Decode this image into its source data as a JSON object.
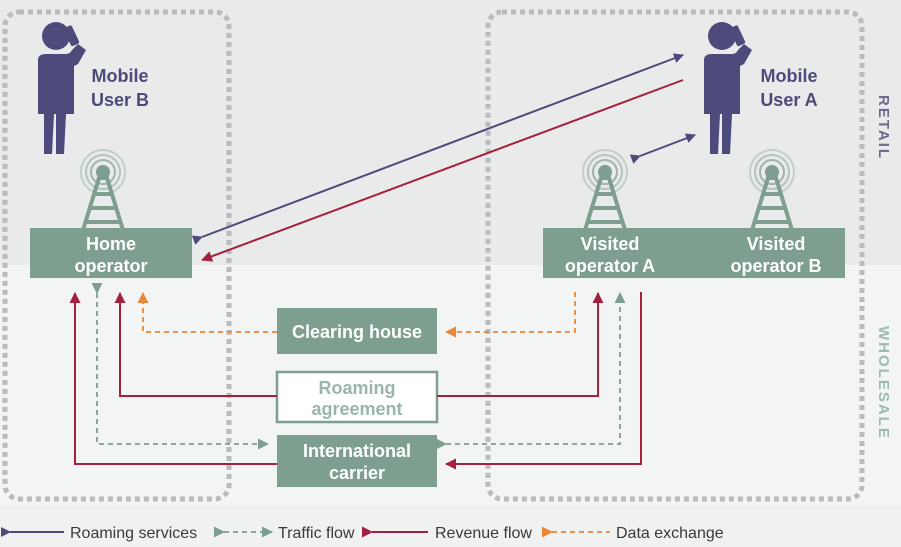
{
  "colors": {
    "retail_bg": "#e9eaea",
    "wholesale_bg": "#f3f4f4",
    "box_fill": "#7e9e8f",
    "person": "#4d4a7c",
    "roaming": "#4d4a7c",
    "traffic": "#7e9e8f",
    "revenue": "#a3203e",
    "data": "#e8873a",
    "dotted_border": "#b8bcbd",
    "retail_label": "#6d6a8e",
    "wholesale_label": "#9dbab0"
  },
  "zones": {
    "retail": "RETAIL",
    "wholesale": "WHOLESALE"
  },
  "users": {
    "user_b": {
      "line1": "Mobile",
      "line2": "User B"
    },
    "user_a": {
      "line1": "Mobile",
      "line2": "User A"
    }
  },
  "operators": {
    "home": {
      "line1": "Home",
      "line2": "operator"
    },
    "visited_a": {
      "line1": "Visited",
      "line2": "operator A"
    },
    "visited_b": {
      "line1": "Visited",
      "line2": "operator B"
    }
  },
  "entities": {
    "clearing_house": "Clearing house",
    "roaming_agreement": {
      "line1": "Roaming",
      "line2": "agreement"
    },
    "international_carrier": {
      "line1": "International",
      "line2": "carrier"
    }
  },
  "legend": {
    "roaming_services": "Roaming services",
    "traffic_flow": "Traffic flow",
    "revenue_flow": "Revenue flow",
    "data_exchange": "Data exchange"
  }
}
